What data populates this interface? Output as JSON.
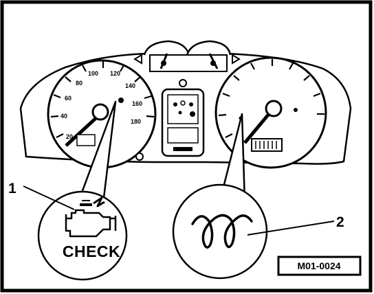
{
  "figure": {
    "callouts": [
      {
        "number": "1",
        "label_text": "CHECK",
        "icon": "engine-check-icon"
      },
      {
        "number": "2",
        "label_text": "",
        "icon": "glow-plug-coil-icon"
      }
    ],
    "reference_code": "M01-0024",
    "colors": {
      "ink": "#000000",
      "paper": "#ffffff"
    }
  }
}
